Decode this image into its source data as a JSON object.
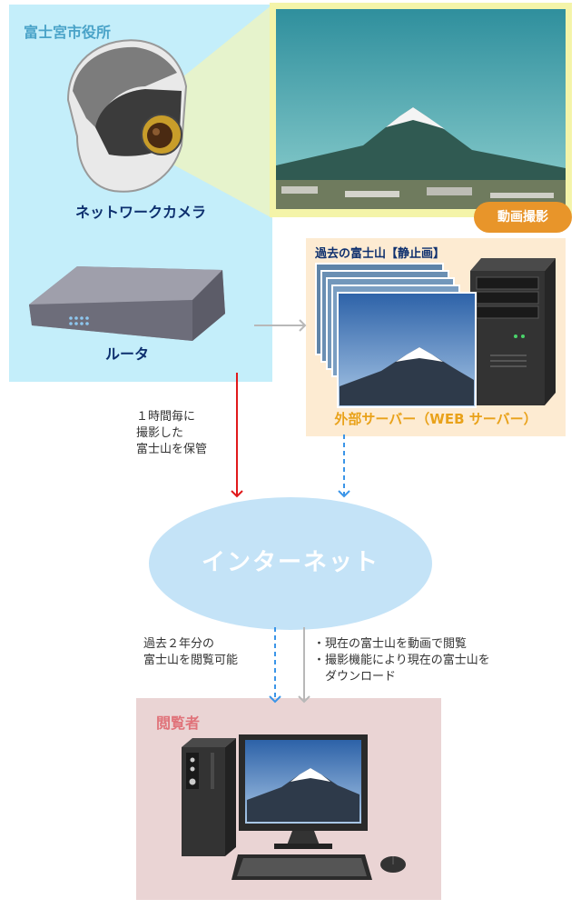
{
  "labels": {
    "city_hall": "富士宮市役所",
    "network_camera": "ネットワークカメラ",
    "router": "ルータ",
    "video_capture": "動画撮影",
    "past_stills": "過去の富士山【静止画】",
    "external_server": "外部サーバー（WEB サーバー）",
    "internet": "インターネット",
    "viewer": "閲覧者"
  },
  "notes": {
    "hourly": [
      "１時間毎に",
      "撮影した",
      "富士山を保管"
    ],
    "two_years": [
      "過去２年分の",
      "富士山を閲覧可能"
    ],
    "live": [
      "現在の富士山を動画で閲覧",
      "撮影機能により現在の富士山を",
      "ダウンロード"
    ]
  },
  "colors": {
    "city_hall_bg": "#c4eefa",
    "server_bg": "#fdebd2",
    "viewer_bg": "#ead4d4",
    "internet_cloud": "#c4e3f7",
    "label_navy": "#0d2f6e",
    "arrow_red": "#e0191b",
    "arrow_blue": "#3b95e8",
    "arrow_gray": "#b8b8b8",
    "badge_orange": "#e8952a"
  }
}
